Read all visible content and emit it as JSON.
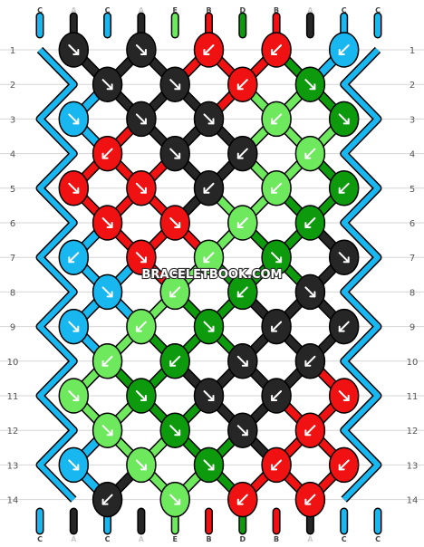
{
  "watermark": "BRACELETBOOK.COM",
  "colors": {
    "C": "#18b7f0",
    "A": "#262626",
    "E": "#6ee85c",
    "B": "#f01212",
    "D": "#0d9a0d"
  },
  "top_threads": [
    "C",
    "A",
    "C",
    "A",
    "E",
    "B",
    "D",
    "B",
    "A",
    "C",
    "C"
  ],
  "bottom_threads": [
    "C",
    "A",
    "C",
    "A",
    "E",
    "B",
    "D",
    "B",
    "A",
    "C",
    "C"
  ],
  "row_numbers": [
    "1",
    "2",
    "3",
    "4",
    "5",
    "6",
    "7",
    "8",
    "9",
    "10",
    "11",
    "12",
    "13",
    "14"
  ],
  "rows": [
    [
      {
        "c": "A",
        "d": "se"
      },
      {
        "c": "A",
        "d": "se"
      },
      {
        "c": "B",
        "d": "sw"
      },
      {
        "c": "B",
        "d": "sw"
      },
      {
        "c": "C",
        "d": "sw"
      }
    ],
    [
      {
        "c": "A",
        "d": "se"
      },
      {
        "c": "A",
        "d": "se"
      },
      {
        "c": "B",
        "d": "sw"
      },
      {
        "c": "D",
        "d": "se"
      },
      {
        "c": "C",
        "d": "sw"
      }
    ],
    [
      {
        "c": "C",
        "d": "se"
      },
      {
        "c": "A",
        "d": "se"
      },
      {
        "c": "A",
        "d": "se"
      },
      {
        "c": "E",
        "d": "sw"
      },
      {
        "c": "D",
        "d": "se"
      }
    ],
    [
      {
        "c": "B",
        "d": "sw"
      },
      {
        "c": "A",
        "d": "se"
      },
      {
        "c": "A",
        "d": "sw"
      },
      {
        "c": "E",
        "d": "sw"
      },
      {
        "c": "D",
        "d": "sw"
      }
    ],
    [
      {
        "c": "B",
        "d": "se"
      },
      {
        "c": "B",
        "d": "se"
      },
      {
        "c": "A",
        "d": "sw"
      },
      {
        "c": "E",
        "d": "sw"
      },
      {
        "c": "D",
        "d": "sw"
      }
    ],
    [
      {
        "c": "B",
        "d": "se"
      },
      {
        "c": "B",
        "d": "se"
      },
      {
        "c": "E",
        "d": "sw"
      },
      {
        "c": "D",
        "d": "sw"
      },
      {
        "c": "C",
        "d": "sw"
      }
    ],
    [
      {
        "c": "C",
        "d": "sw"
      },
      {
        "c": "B",
        "d": "se"
      },
      {
        "c": "E",
        "d": "sw"
      },
      {
        "c": "D",
        "d": "se"
      },
      {
        "c": "A",
        "d": "se"
      }
    ],
    [
      {
        "c": "C",
        "d": "se"
      },
      {
        "c": "E",
        "d": "sw"
      },
      {
        "c": "D",
        "d": "sw"
      },
      {
        "c": "A",
        "d": "se"
      },
      {
        "c": "A",
        "d": "se"
      }
    ],
    [
      {
        "c": "C",
        "d": "se"
      },
      {
        "c": "E",
        "d": "sw"
      },
      {
        "c": "D",
        "d": "se"
      },
      {
        "c": "A",
        "d": "sw"
      },
      {
        "c": "A",
        "d": "sw"
      }
    ],
    [
      {
        "c": "E",
        "d": "sw"
      },
      {
        "c": "D",
        "d": "sw"
      },
      {
        "c": "A",
        "d": "se"
      },
      {
        "c": "A",
        "d": "sw"
      },
      {
        "c": "C",
        "d": "sw"
      }
    ],
    [
      {
        "c": "E",
        "d": "se"
      },
      {
        "c": "D",
        "d": "se"
      },
      {
        "c": "A",
        "d": "se"
      },
      {
        "c": "A",
        "d": "sw"
      },
      {
        "c": "B",
        "d": "se"
      }
    ],
    [
      {
        "c": "E",
        "d": "se"
      },
      {
        "c": "D",
        "d": "se"
      },
      {
        "c": "A",
        "d": "se"
      },
      {
        "c": "B",
        "d": "sw"
      },
      {
        "c": "B",
        "d": "sw"
      }
    ],
    [
      {
        "c": "C",
        "d": "se"
      },
      {
        "c": "E",
        "d": "se"
      },
      {
        "c": "D",
        "d": "se"
      },
      {
        "c": "B",
        "d": "sw"
      },
      {
        "c": "B",
        "d": "sw"
      }
    ],
    [
      {
        "c": "A",
        "d": "sw"
      },
      {
        "c": "E",
        "d": "se"
      },
      {
        "c": "B",
        "d": "sw"
      },
      {
        "c": "B",
        "d": "sw"
      },
      {
        "c": "C",
        "d": "sw"
      }
    ]
  ]
}
